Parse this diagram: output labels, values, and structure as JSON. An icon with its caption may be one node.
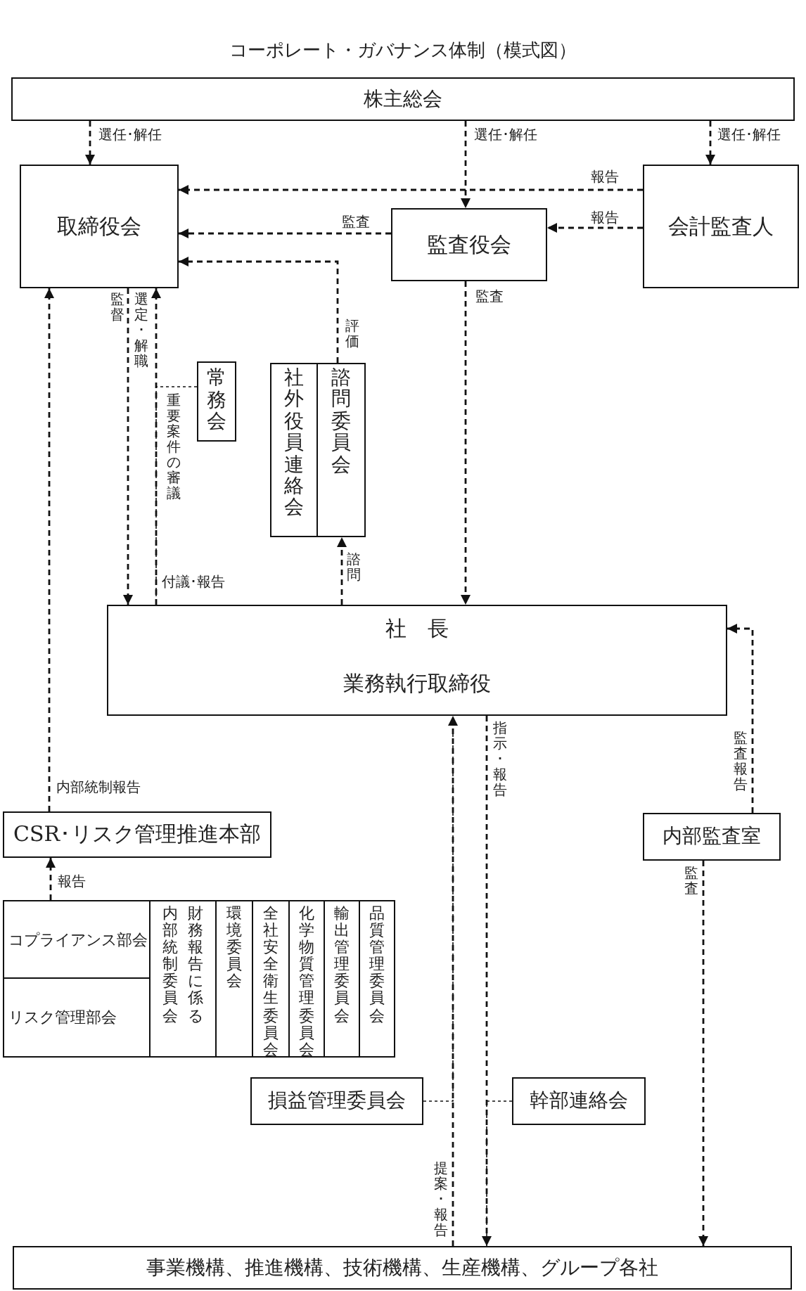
{
  "diagram": {
    "title": "コーポレート・ガバナンス体制（模式図）",
    "nodes": [
      {
        "text": [
          "株主総会"
        ]
      },
      {
        "text": [
          "取締役会"
        ]
      },
      {
        "text": [
          "監査役会"
        ]
      },
      {
        "text": [
          "会計監査人"
        ]
      },
      {
        "text": [
          "常務会"
        ]
      },
      {
        "text": [
          "社外役員連絡会"
        ]
      },
      {
        "text": [
          "諮問委員会"
        ]
      },
      {
        "text": [
          "社　長"
        ]
      },
      {
        "text": [
          "業務執行取締役"
        ]
      },
      {
        "text": [
          "CSR･リスク管理推進本部"
        ]
      },
      {
        "text": [
          "コプライアンス部会"
        ]
      },
      {
        "text": [
          "リスク管理部会"
        ]
      },
      {
        "text": [
          "財務報告に係る内部統制委員会"
        ]
      },
      {
        "text": [
          "環境委員会"
        ]
      },
      {
        "text": [
          "全社安全衛生委員会"
        ]
      },
      {
        "text": [
          "化学物質管理委員会"
        ]
      },
      {
        "text": [
          "輸出管理委員会"
        ]
      },
      {
        "text": [
          "品質管理委員会"
        ]
      },
      {
        "text": [
          "内部監査室"
        ]
      },
      {
        "text": [
          "損益管理委員会"
        ]
      },
      {
        "text": [
          "幹部連絡会"
        ]
      },
      {
        "text": [
          "事業機構、推進機構、技術機構、生産機構、グループ各社"
        ]
      }
    ],
    "edges": [
      {
        "from": 0,
        "to": 1,
        "arrow": "to",
        "label": "選任･解任",
        "style": "dashed"
      },
      {
        "from": 0,
        "to": 2,
        "arrow": "to",
        "label": "選任･解任",
        "style": "dashed"
      },
      {
        "from": 0,
        "to": 3,
        "arrow": "to",
        "label": "選任･解任",
        "style": "dashed"
      },
      {
        "from": 3,
        "to": 1,
        "arrow": "to",
        "label": "報告",
        "style": "dashed"
      },
      {
        "from": 3,
        "to": 2,
        "arrow": "to",
        "label": "報告",
        "style": "dashed"
      },
      {
        "from": 2,
        "to": 1,
        "arrow": "to",
        "label": "監査",
        "style": "dashed"
      },
      {
        "from": 6,
        "to": 1,
        "arrow": "to",
        "label": "評価",
        "style": "dashed"
      },
      {
        "from": 1,
        "to": 7,
        "arrow": "to",
        "label": "選定･解職",
        "style": "dashed"
      },
      {
        "from": 7,
        "to": 1,
        "arrow": "to",
        "label": "付議･報告",
        "style": "dashed"
      },
      {
        "from": 4,
        "to": 7,
        "arrow": "none",
        "label": "重要案件の審議",
        "style": "dashed"
      },
      {
        "from": 7,
        "to": 6,
        "arrow": "to",
        "label": "諮問",
        "style": "dashed"
      },
      {
        "from": 2,
        "to": 7,
        "arrow": "to",
        "label": "監査",
        "style": "dashed"
      },
      {
        "from": 18,
        "to": 7,
        "arrow": "to",
        "label": "監査報告",
        "style": "dashed"
      },
      {
        "from": 8,
        "to": 21,
        "arrow": "to",
        "label": "指示･報告",
        "style": "dashed"
      },
      {
        "from": 21,
        "to": 8,
        "arrow": "to",
        "label": "提案･報告",
        "style": "dashed"
      },
      {
        "from": 19,
        "to": 8,
        "arrow": "none",
        "style": "dashed"
      },
      {
        "from": 20,
        "to": 21,
        "arrow": "none",
        "style": "dashed"
      },
      {
        "from": 9,
        "to": 1,
        "arrow": "to",
        "label": "内部統制報告",
        "style": "dashed"
      },
      {
        "from": 10,
        "to": 9,
        "arrow": "to",
        "label": "報告",
        "style": "dashed"
      },
      {
        "from": 18,
        "to": 21,
        "arrow": "to",
        "label": "監査",
        "style": "dashed"
      }
    ],
    "labels": [
      "監督"
    ]
  }
}
